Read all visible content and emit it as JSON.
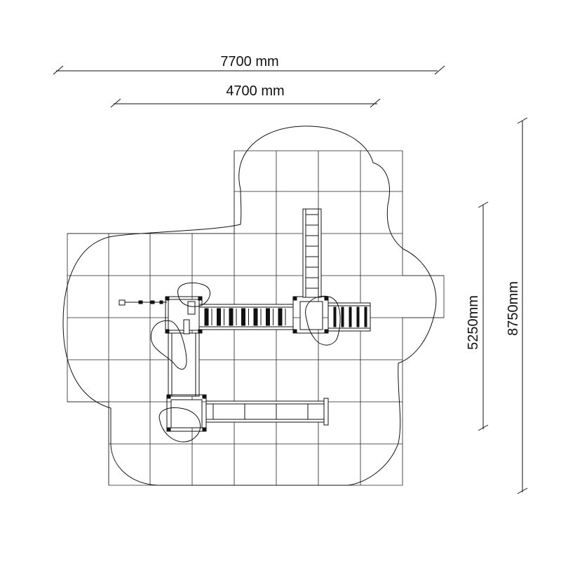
{
  "dimensions": {
    "width_total": "7700 mm",
    "width_equipment": "4700 mm",
    "depth_equipment": "5250mm",
    "depth_total": "8750mm"
  },
  "colors": {
    "line": "#111111",
    "background": "#ffffff"
  }
}
